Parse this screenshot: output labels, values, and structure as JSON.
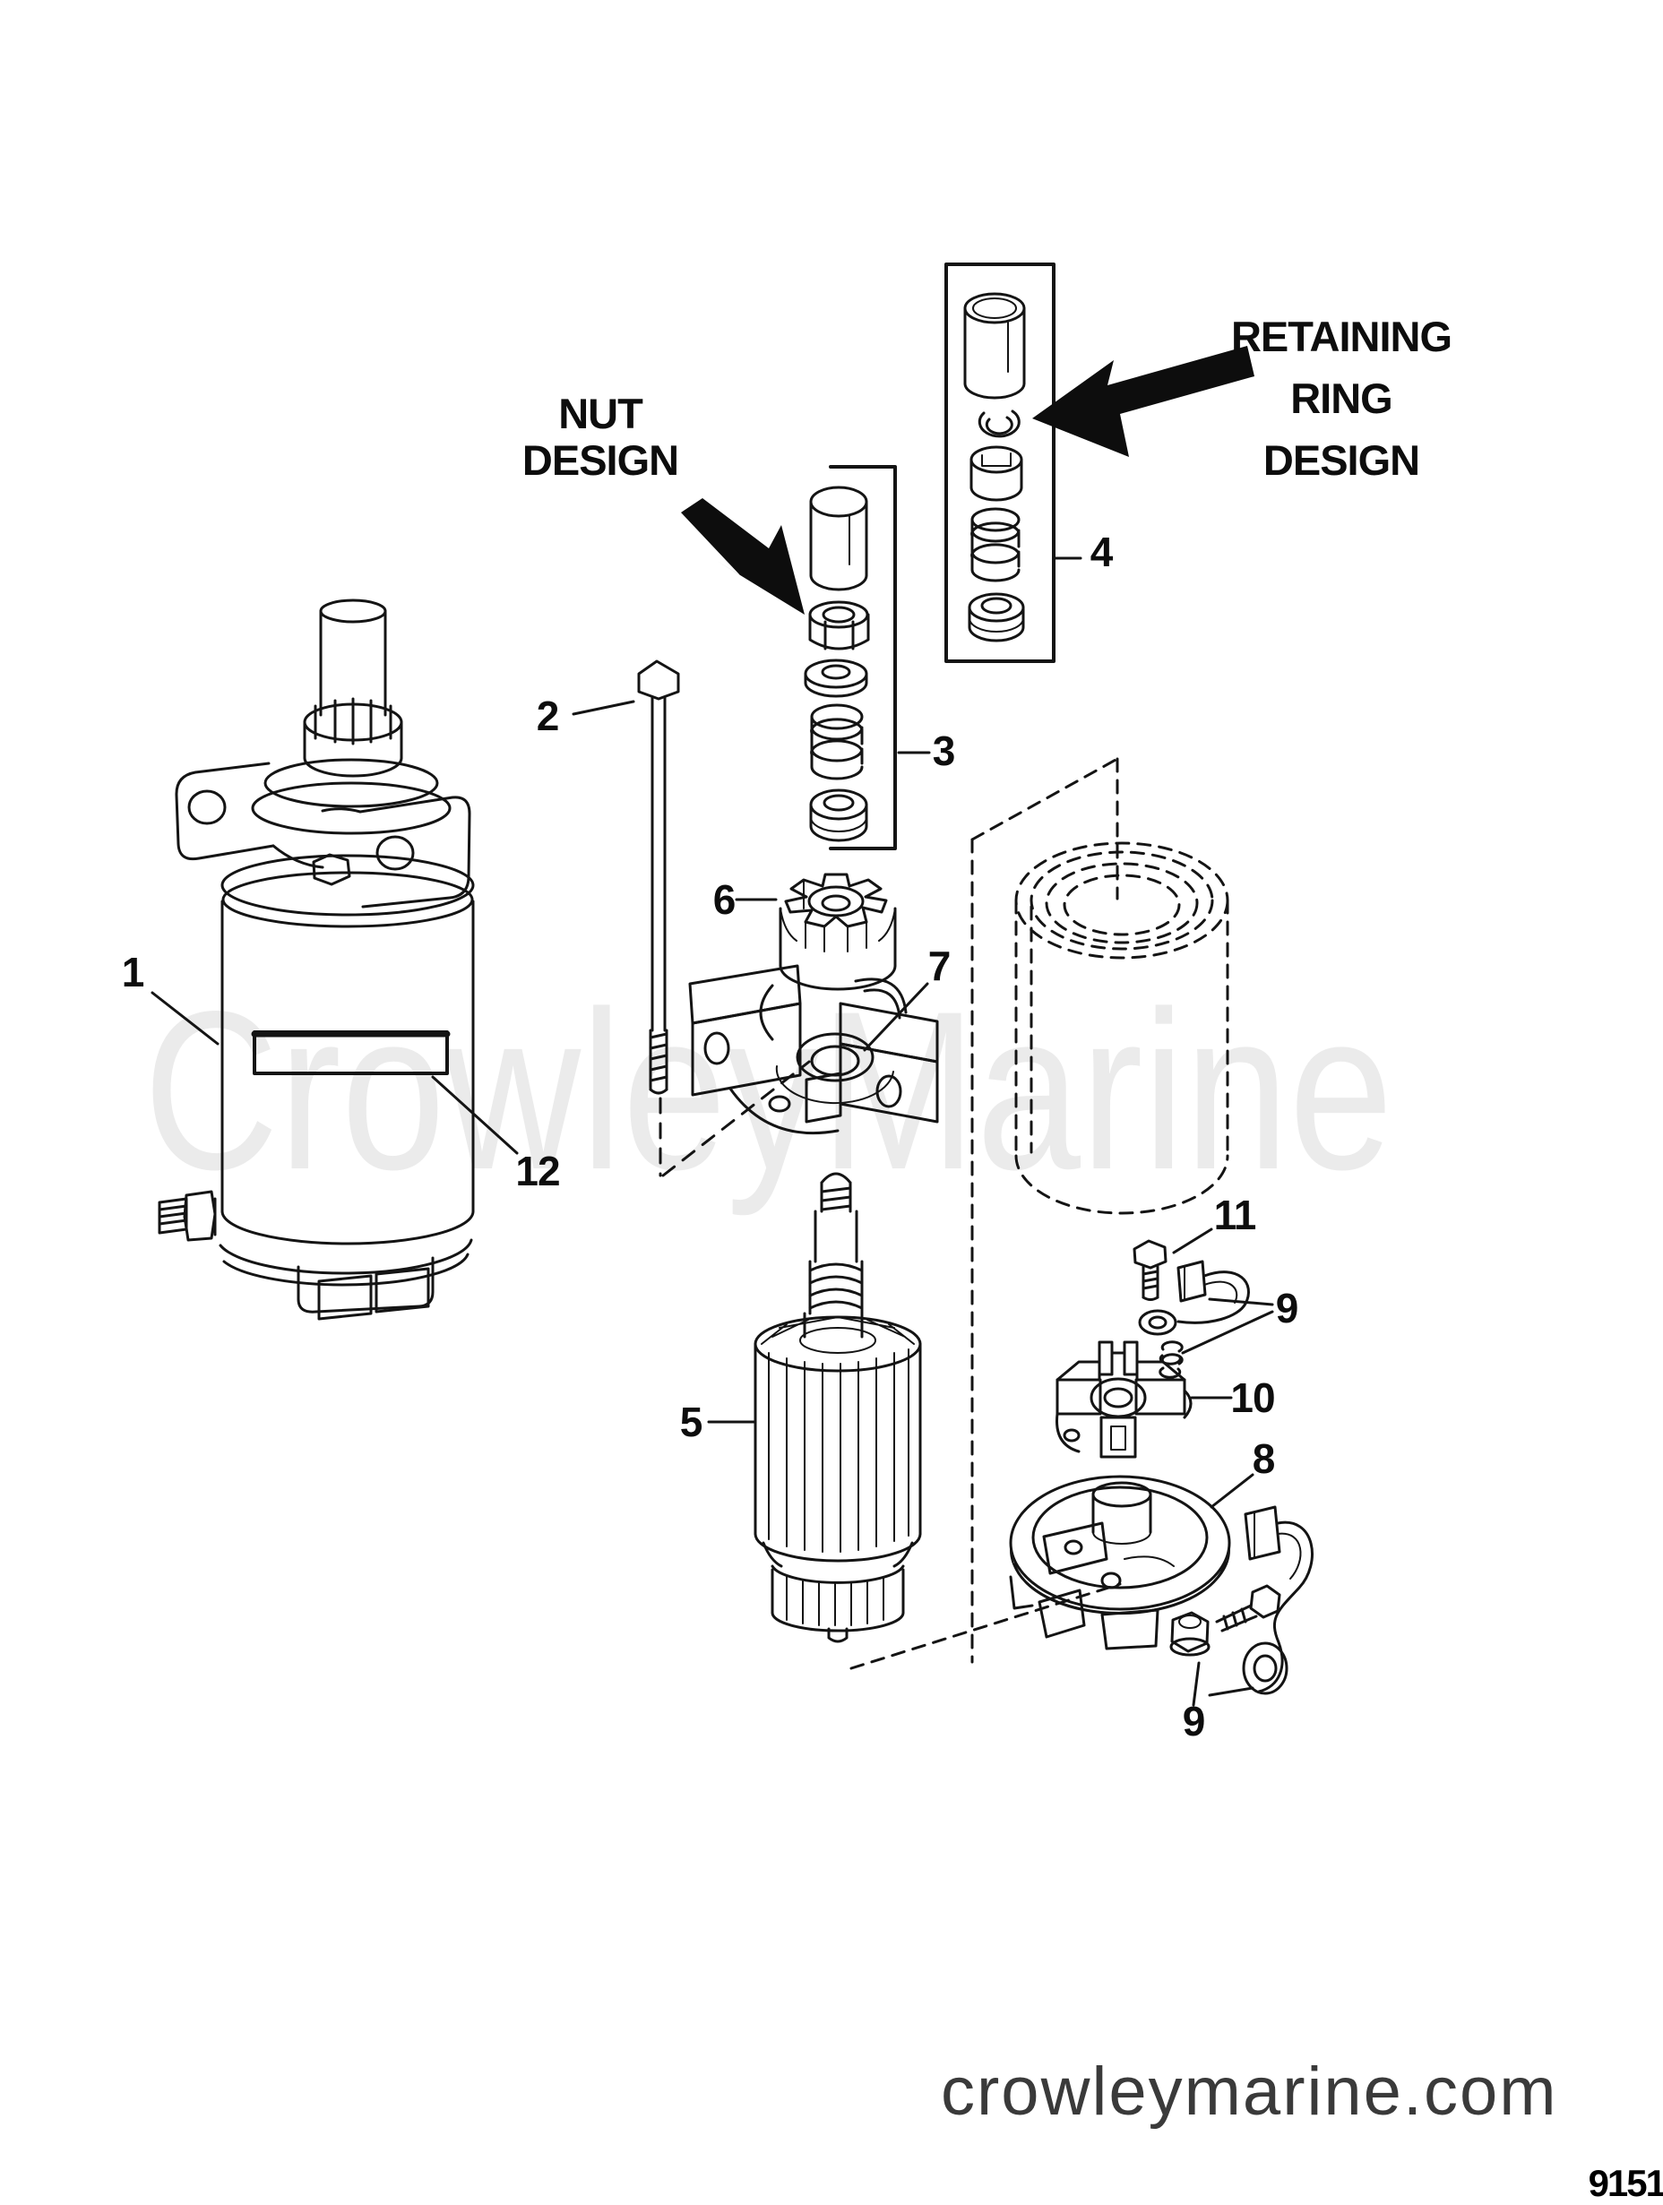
{
  "watermark": {
    "text": "CrowleyMarine"
  },
  "annotations": {
    "nut_design": {
      "lines": [
        "NUT",
        "DESIGN"
      ]
    },
    "retaining_ring_design": {
      "lines": [
        "RETAINING",
        "RING",
        "DESIGN"
      ]
    }
  },
  "callouts": {
    "c1": "1",
    "c2": "2",
    "c3": "3",
    "c4": "4",
    "c5": "5",
    "c6": "6",
    "c7": "7",
    "c8": "8",
    "c9_upper": "9",
    "c9_lower": "9",
    "c10": "10",
    "c11": "11",
    "c12": "12"
  },
  "footer": {
    "website": "crowleymarine.com",
    "document_number": "9151"
  }
}
